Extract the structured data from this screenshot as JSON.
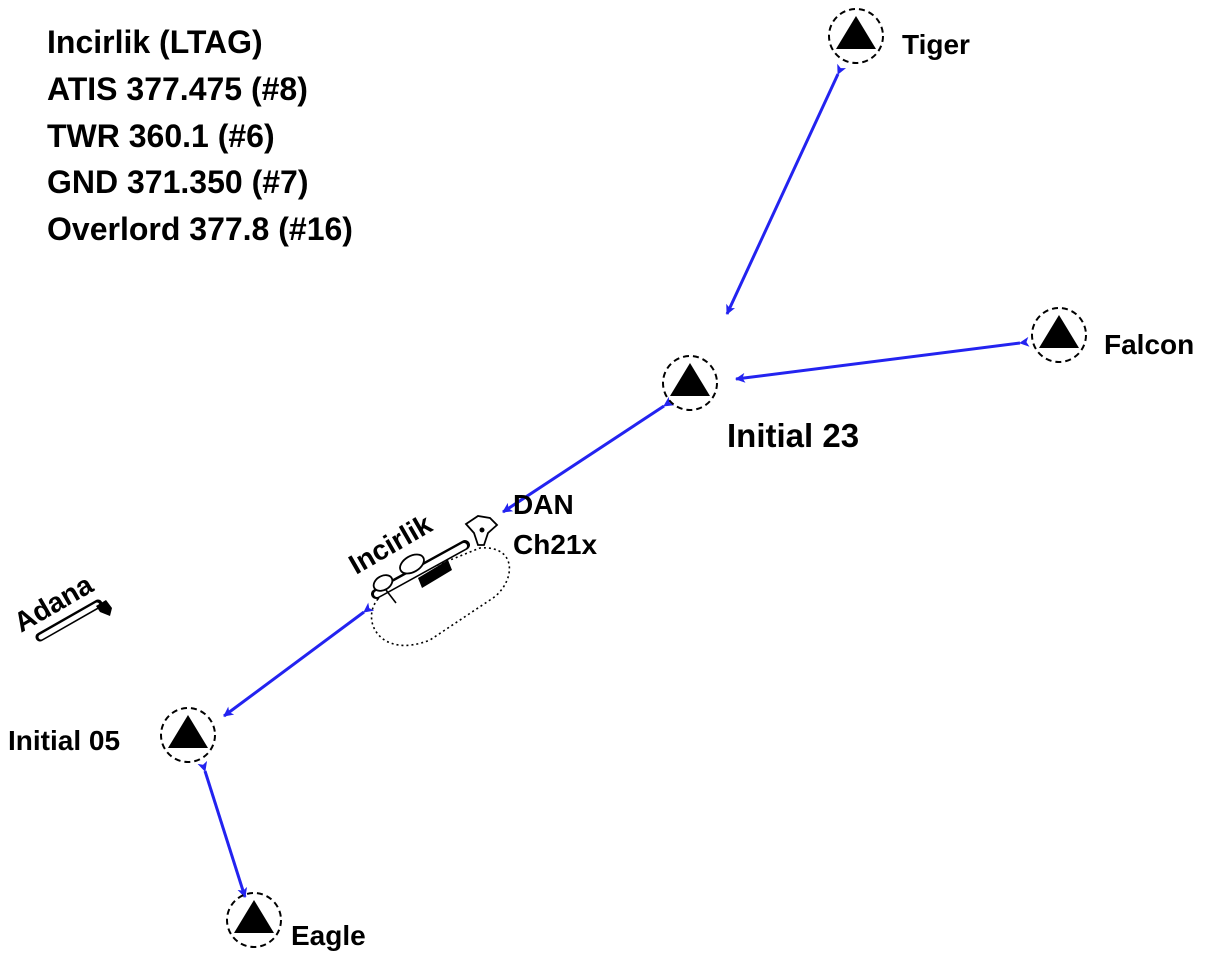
{
  "header": {
    "lines": [
      "Incirlik (LTAG)",
      "ATIS 377.475 (#8)",
      "TWR 360.1 (#6)",
      "GND 371.350 (#7)",
      "Overlord 377.8 (#16)"
    ]
  },
  "waypoints": {
    "tiger": "Tiger",
    "falcon": "Falcon",
    "initial_23": "Initial 23",
    "initial_05": "Initial 05",
    "eagle": "Eagle"
  },
  "airfields": {
    "incirlik": "Incirlik",
    "adana": "Adana"
  },
  "navaid": {
    "ident": "DAN",
    "channel": "Ch21x"
  },
  "colors": {
    "route": "#2323f0",
    "ink": "#000000"
  },
  "icons": [
    "waypoint-triangle-icon",
    "airfield-runway-icon",
    "tacan-icon",
    "arrow-head-icon"
  ]
}
